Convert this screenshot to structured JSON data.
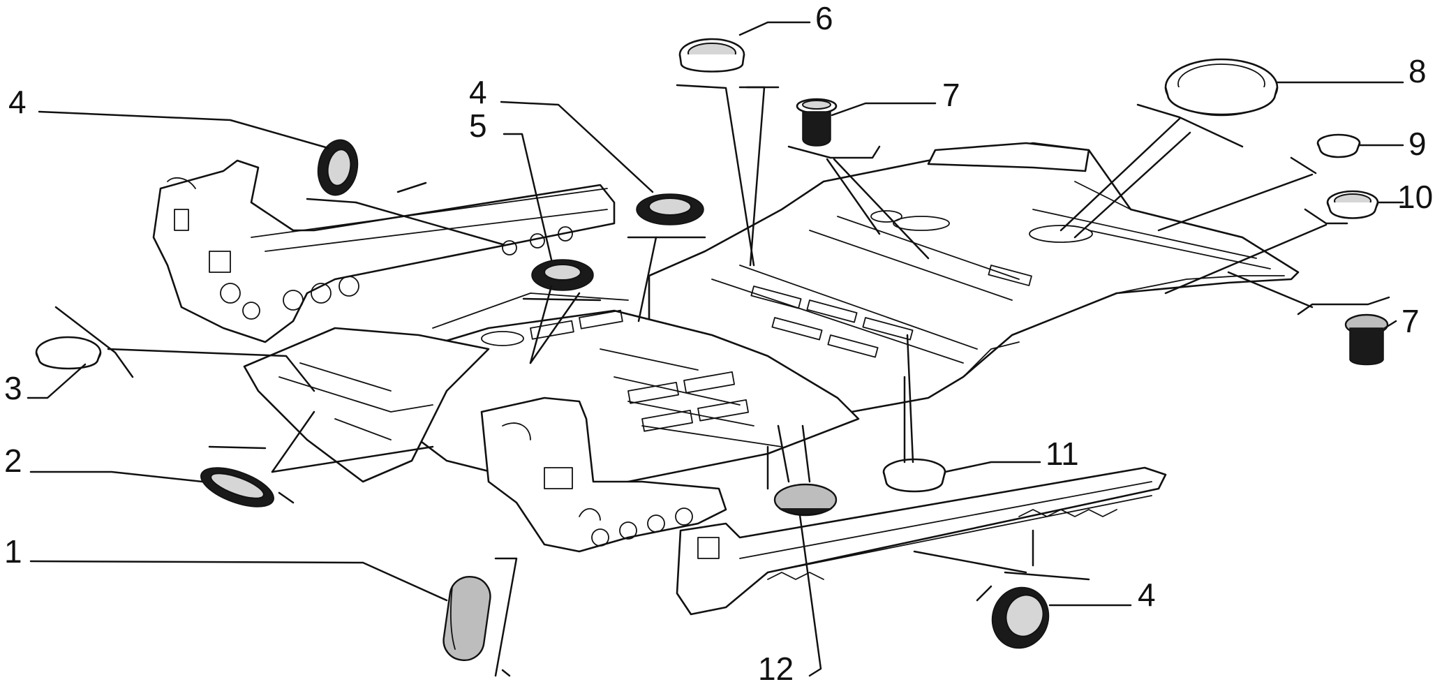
{
  "diagram": {
    "callout_numbers": {
      "c1": "1",
      "c2": "2",
      "c3": "3",
      "c4a": "4",
      "c4b": "4",
      "c4c": "4",
      "c5": "5",
      "c6": "6",
      "c7a": "7",
      "c7b": "7",
      "c8": "8",
      "c9": "9",
      "c10": "10",
      "c11": "11",
      "c12": "12"
    },
    "colors": {
      "line": "#111111",
      "background": "#ffffff",
      "part_fill": "#bdbdbd"
    },
    "icons": [
      "floor-pan-drawing",
      "grommet-plug",
      "oval-plug",
      "rubber-bung"
    ]
  }
}
